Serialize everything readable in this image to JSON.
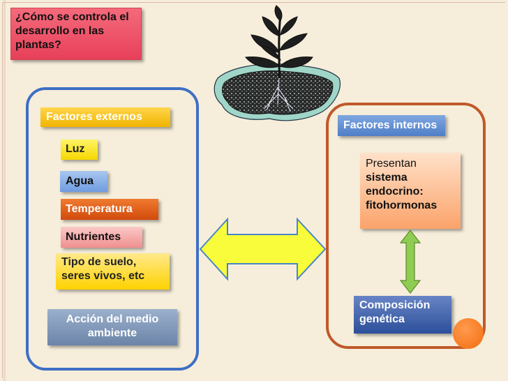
{
  "title": "¿Cómo se controla el desarrollo en las plantas?",
  "external": {
    "label": "Factores externos",
    "items": [
      "Luz",
      "Agua",
      "Temperatura",
      "Nutrientes",
      "Tipo de suelo, seres vivos, etc"
    ],
    "summary": "Acción del medio ambiente"
  },
  "internal": {
    "label": "Factores internos",
    "presentan_prefix": "Presentan",
    "presentan_body": "sistema endocrino: fitohormonas",
    "genetics": "Composición genética"
  },
  "colors": {
    "left_border": "#3e6fc4",
    "right_border": "#c0592a",
    "big_arrow_fill": "#f8fc3a",
    "small_arrow_fill": "#8fcc52",
    "accent_dot": "#f36d10"
  },
  "icons": [
    "plant-soil-icon",
    "double-arrow-icon",
    "vertical-double-arrow-icon"
  ]
}
